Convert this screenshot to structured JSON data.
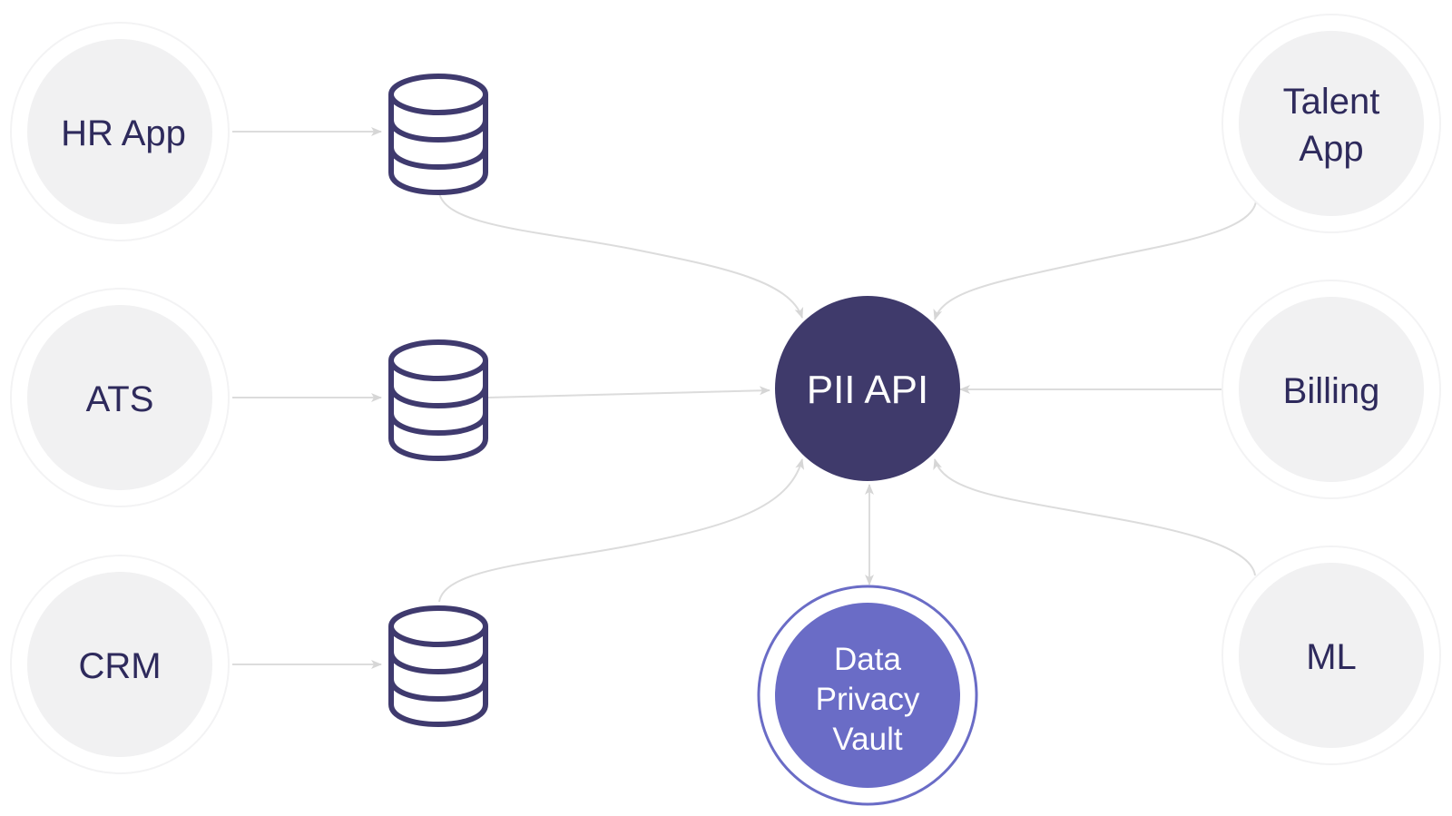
{
  "colors": {
    "node_fill": "#f1f1f2",
    "node_halo": "#ffffff",
    "node_halo_stroke": "#f3f3f4",
    "node_text": "#2e2a5c",
    "db_stroke": "#3f3a6e",
    "edge": "#dcdcdc",
    "hub_fill": "#3f3a6b",
    "hub_text": "#ffffff",
    "vault_fill": "#6a6cc6",
    "vault_ring": "#6a6cc6",
    "vault_text": "#ffffff"
  },
  "nodes": {
    "hr_app": {
      "lines": [
        "HR App"
      ],
      "icon": "app-circle"
    },
    "ats": {
      "lines": [
        "ATS"
      ],
      "icon": "app-circle"
    },
    "crm": {
      "lines": [
        "CRM"
      ],
      "icon": "app-circle"
    },
    "talent_app": {
      "lines": [
        "Talent",
        "App"
      ],
      "icon": "app-circle"
    },
    "billing": {
      "lines": [
        "Billing"
      ],
      "icon": "app-circle"
    },
    "ml": {
      "lines": [
        "ML"
      ],
      "icon": "app-circle"
    },
    "pii_api": {
      "lines": [
        "PII API"
      ],
      "icon": "hub-circle"
    },
    "vault": {
      "lines": [
        "Data",
        "Privacy",
        "Vault"
      ],
      "icon": "vault-circle"
    }
  },
  "databases": [
    {
      "id": "db_hr",
      "icon": "database-icon"
    },
    {
      "id": "db_ats",
      "icon": "database-icon"
    },
    {
      "id": "db_crm",
      "icon": "database-icon"
    }
  ],
  "edges": [
    {
      "from": "HR App",
      "to": "HR database",
      "direction": "forward"
    },
    {
      "from": "ATS",
      "to": "ATS database",
      "direction": "forward"
    },
    {
      "from": "CRM",
      "to": "CRM database",
      "direction": "forward"
    },
    {
      "from": "HR database",
      "to": "PII API",
      "direction": "forward"
    },
    {
      "from": "ATS database",
      "to": "PII API",
      "direction": "forward"
    },
    {
      "from": "CRM database",
      "to": "PII API",
      "direction": "forward"
    },
    {
      "from": "Talent App",
      "to": "PII API",
      "direction": "forward"
    },
    {
      "from": "Billing",
      "to": "PII API",
      "direction": "forward"
    },
    {
      "from": "ML",
      "to": "PII API",
      "direction": "forward"
    },
    {
      "from": "PII API",
      "to": "Data Privacy Vault",
      "direction": "bidirectional"
    }
  ]
}
